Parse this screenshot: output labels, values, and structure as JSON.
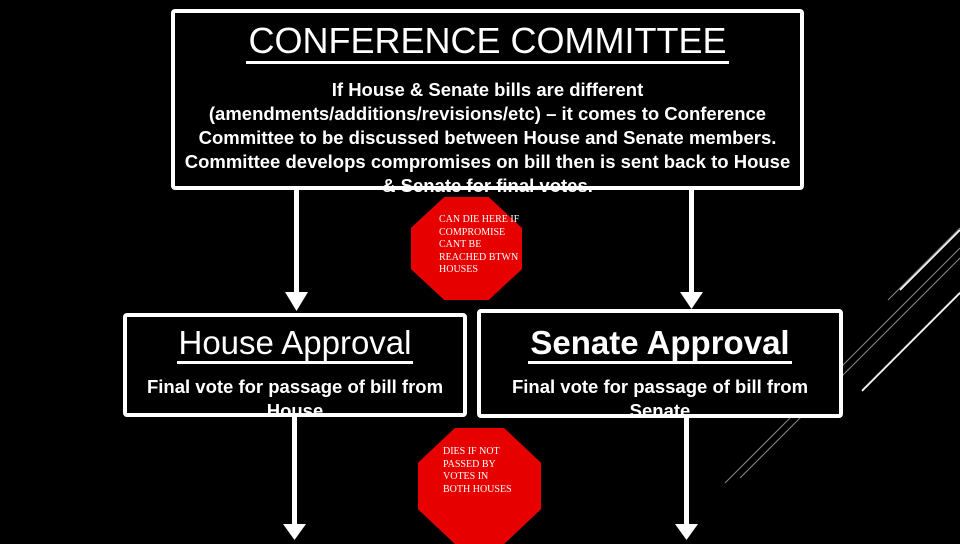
{
  "conference": {
    "title": "CONFERENCE COMMITTEE",
    "body": "If House & Senate bills are different (amendments/additions/revisions/etc) – it comes to Conference Committee to be discussed between House and Senate members. Committee develops compromises on bill then is sent back to House & Senate for final votes."
  },
  "stop_signs": [
    {
      "text": "CAN DIE HERE IF COMPROMISE CANT BE REACHED BTWN HOUSES",
      "color": "#e60000"
    },
    {
      "text": "DIES IF NOT PASSED BY VOTES IN BOTH HOUSES",
      "color": "#e60000"
    }
  ],
  "house": {
    "title": "House Approval",
    "body": "Final vote for passage of bill from House"
  },
  "senate": {
    "title": "Senate Approval",
    "body": "Final vote for passage of bill from Senate"
  },
  "colors": {
    "background": "#000000",
    "foreground": "#ffffff",
    "stop": "#e60000"
  }
}
